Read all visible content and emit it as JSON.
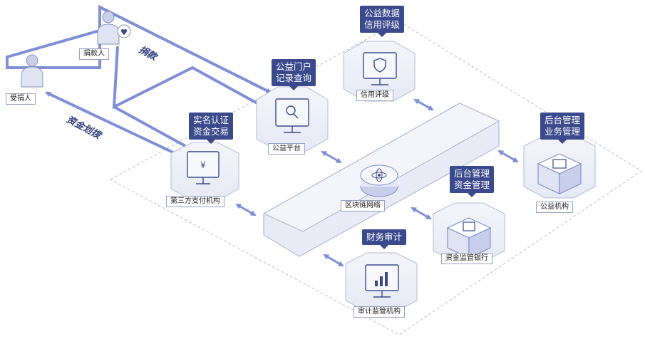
{
  "nodes": {
    "donor": "捐款人",
    "recipient": "受捐人",
    "third_party": "第三方支付机构",
    "platform": "公益平台",
    "credit": "信用评级",
    "blockchain": "区块链网络",
    "charity_org": "公益机构",
    "bank": "资金监管银行",
    "audit": "审计监管机构"
  },
  "callouts": {
    "third_party": "实名认证\n资金交易",
    "platform": "公益门户\n记录查询",
    "credit": "公益数据\n信用评级",
    "charity_org": "后台管理\n业务管理",
    "bank": "后台管理\n资金管理",
    "audit": "财务审计"
  },
  "flows": {
    "donate": "捐款",
    "allocate": "资金划拨"
  },
  "colors": {
    "accent": "#3a4a8c",
    "line": "#7f8fd6",
    "tile": "#eef0f8"
  }
}
